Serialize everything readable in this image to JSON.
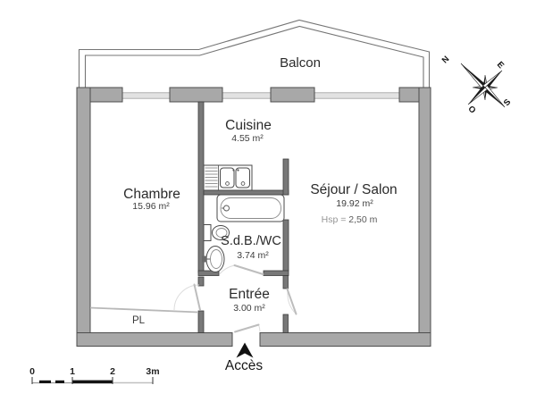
{
  "floorplan": {
    "balcony": {
      "label": "Balcon"
    },
    "access": {
      "label": "Accès"
    },
    "closet": {
      "label": "PL"
    },
    "rooms": {
      "chambre": {
        "name": "Chambre",
        "area": "15.96 m²"
      },
      "cuisine": {
        "name": "Cuisine",
        "area": "4.55 m²"
      },
      "sejour": {
        "name": "Séjour / Salon",
        "area": "19.92 m²",
        "height_label": "Hsp = ",
        "height_value": " 2,50 m"
      },
      "sdb": {
        "name": "S.d.B./WC",
        "area": "3.74 m²"
      },
      "entree": {
        "name": "Entrée",
        "area": "3.00 m²"
      }
    },
    "compass": {
      "north": "N",
      "east": "E",
      "south": "S",
      "west": "O"
    },
    "scale_bar": {
      "tick0": "0",
      "tick1": "1",
      "tick2": "2",
      "tick3": "3m"
    },
    "colors": {
      "outer_wall": "#a8a8a8",
      "partition": "#787878",
      "window": "#e2e2e2",
      "door_leaf": "#bdbdbd",
      "ink": "#2e2e2e"
    }
  }
}
